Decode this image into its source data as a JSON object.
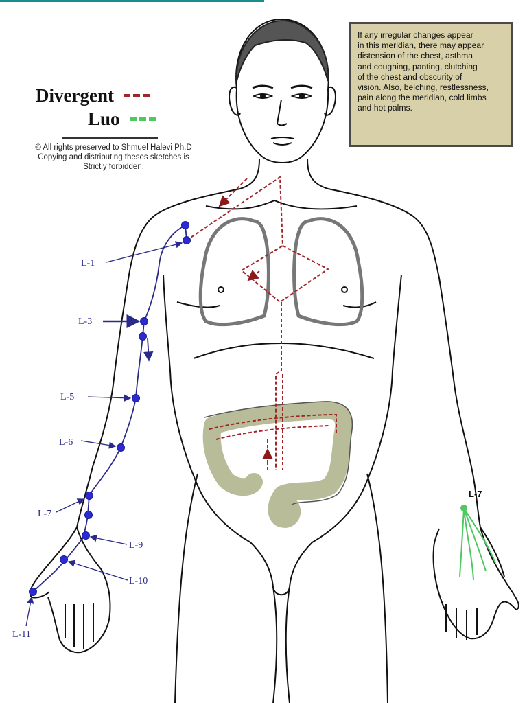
{
  "legend": {
    "divergent": {
      "label": "Divergent",
      "color": "#a0262a"
    },
    "luo": {
      "label": "Luo",
      "color": "#4fc763"
    }
  },
  "copyright": [
    "© All rights preserved to Shmuel Halevi Ph.D",
    "Copying and distributing theses sketches is",
    "Strictly forbidden."
  ],
  "info_box": {
    "lines": [
      "If any irregular changes appear",
      "in this meridian, there may appear",
      "distension of the chest, asthma",
      "and coughing, panting, clutching",
      "of the chest and obscurity of",
      "vision. Also, belching, restlessness,",
      "pain along the meridian, cold limbs",
      "and hot palms."
    ],
    "background": "#d8d0a8"
  },
  "points": {
    "l1": "L-1",
    "l3": "L-3",
    "l5": "L-5",
    "l6": "L-6",
    "l7": "L-7",
    "l9": "L-9",
    "l10": "L-10",
    "l11": "L-11",
    "luo_l7": "L-7"
  },
  "colors": {
    "meridian_point": "#2b2bd6",
    "meridian_line": "#2a2a8a",
    "organ_fill": "#b8bc98",
    "outline": "#111111"
  }
}
